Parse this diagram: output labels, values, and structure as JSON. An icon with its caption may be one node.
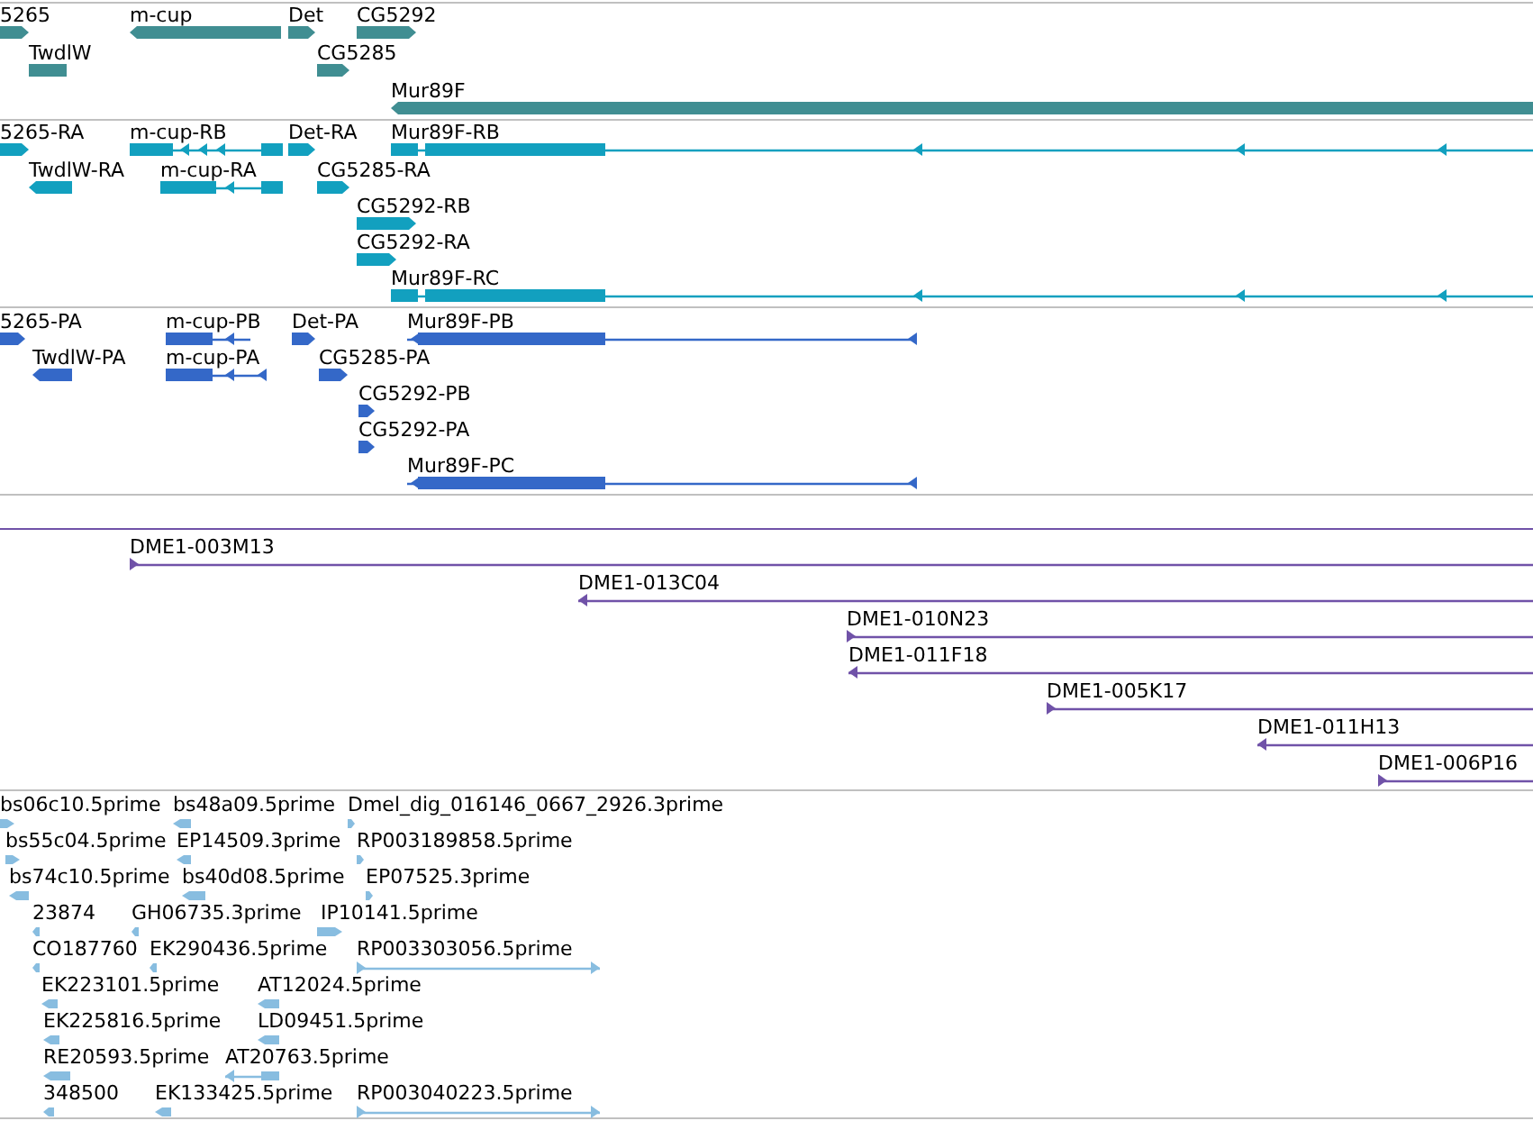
{
  "diagram": {
    "labels": [
      "5265",
      "m-cup",
      "Det",
      "CG5292",
      "TwdlW",
      "CG5285",
      "Mur89F",
      "5265-RA",
      "m-cup-RB",
      "Det-RA",
      "Mur89F-RB",
      "TwdlW-RA",
      "m-cup-RA",
      "CG5285-RA",
      "CG5292-RB",
      "CG5292-RA",
      "Mur89F-RC",
      "5265-PA",
      "m-cup-PB",
      "Det-PA",
      "Mur89F-PB",
      "TwdlW-PA",
      "m-cup-PA",
      "CG5285-PA",
      "CG5292-PB",
      "CG5292-PA",
      "Mur89F-PC",
      "DME1-003M13",
      "DME1-013C04",
      "DME1-010N23",
      "DME1-011F18",
      "DME1-005K17",
      "DME1-011H13",
      "DME1-006P16",
      "bs06c10.5prime",
      "bs48a09.5prime",
      "Dmel_dig_016146_0667_2926.3prime",
      "bs55c04.5prime",
      "EP14509.3prime",
      "RP003189858.5prime",
      "bs74c10.5prime",
      "bs40d08.5prime",
      "EP07525.3prime",
      "23874",
      "GH06735.3prime",
      "IP10141.5prime",
      "CO187760",
      "EK290436.5prime",
      "RP003303056.5prime",
      "EK223101.5prime",
      "AT12024.5prime",
      "EK225816.5prime",
      "LD09451.5prime",
      "RE20593.5prime",
      "AT20763.5prime",
      "348500",
      "EK133425.5prime",
      "RP003040223.5prime"
    ]
  }
}
